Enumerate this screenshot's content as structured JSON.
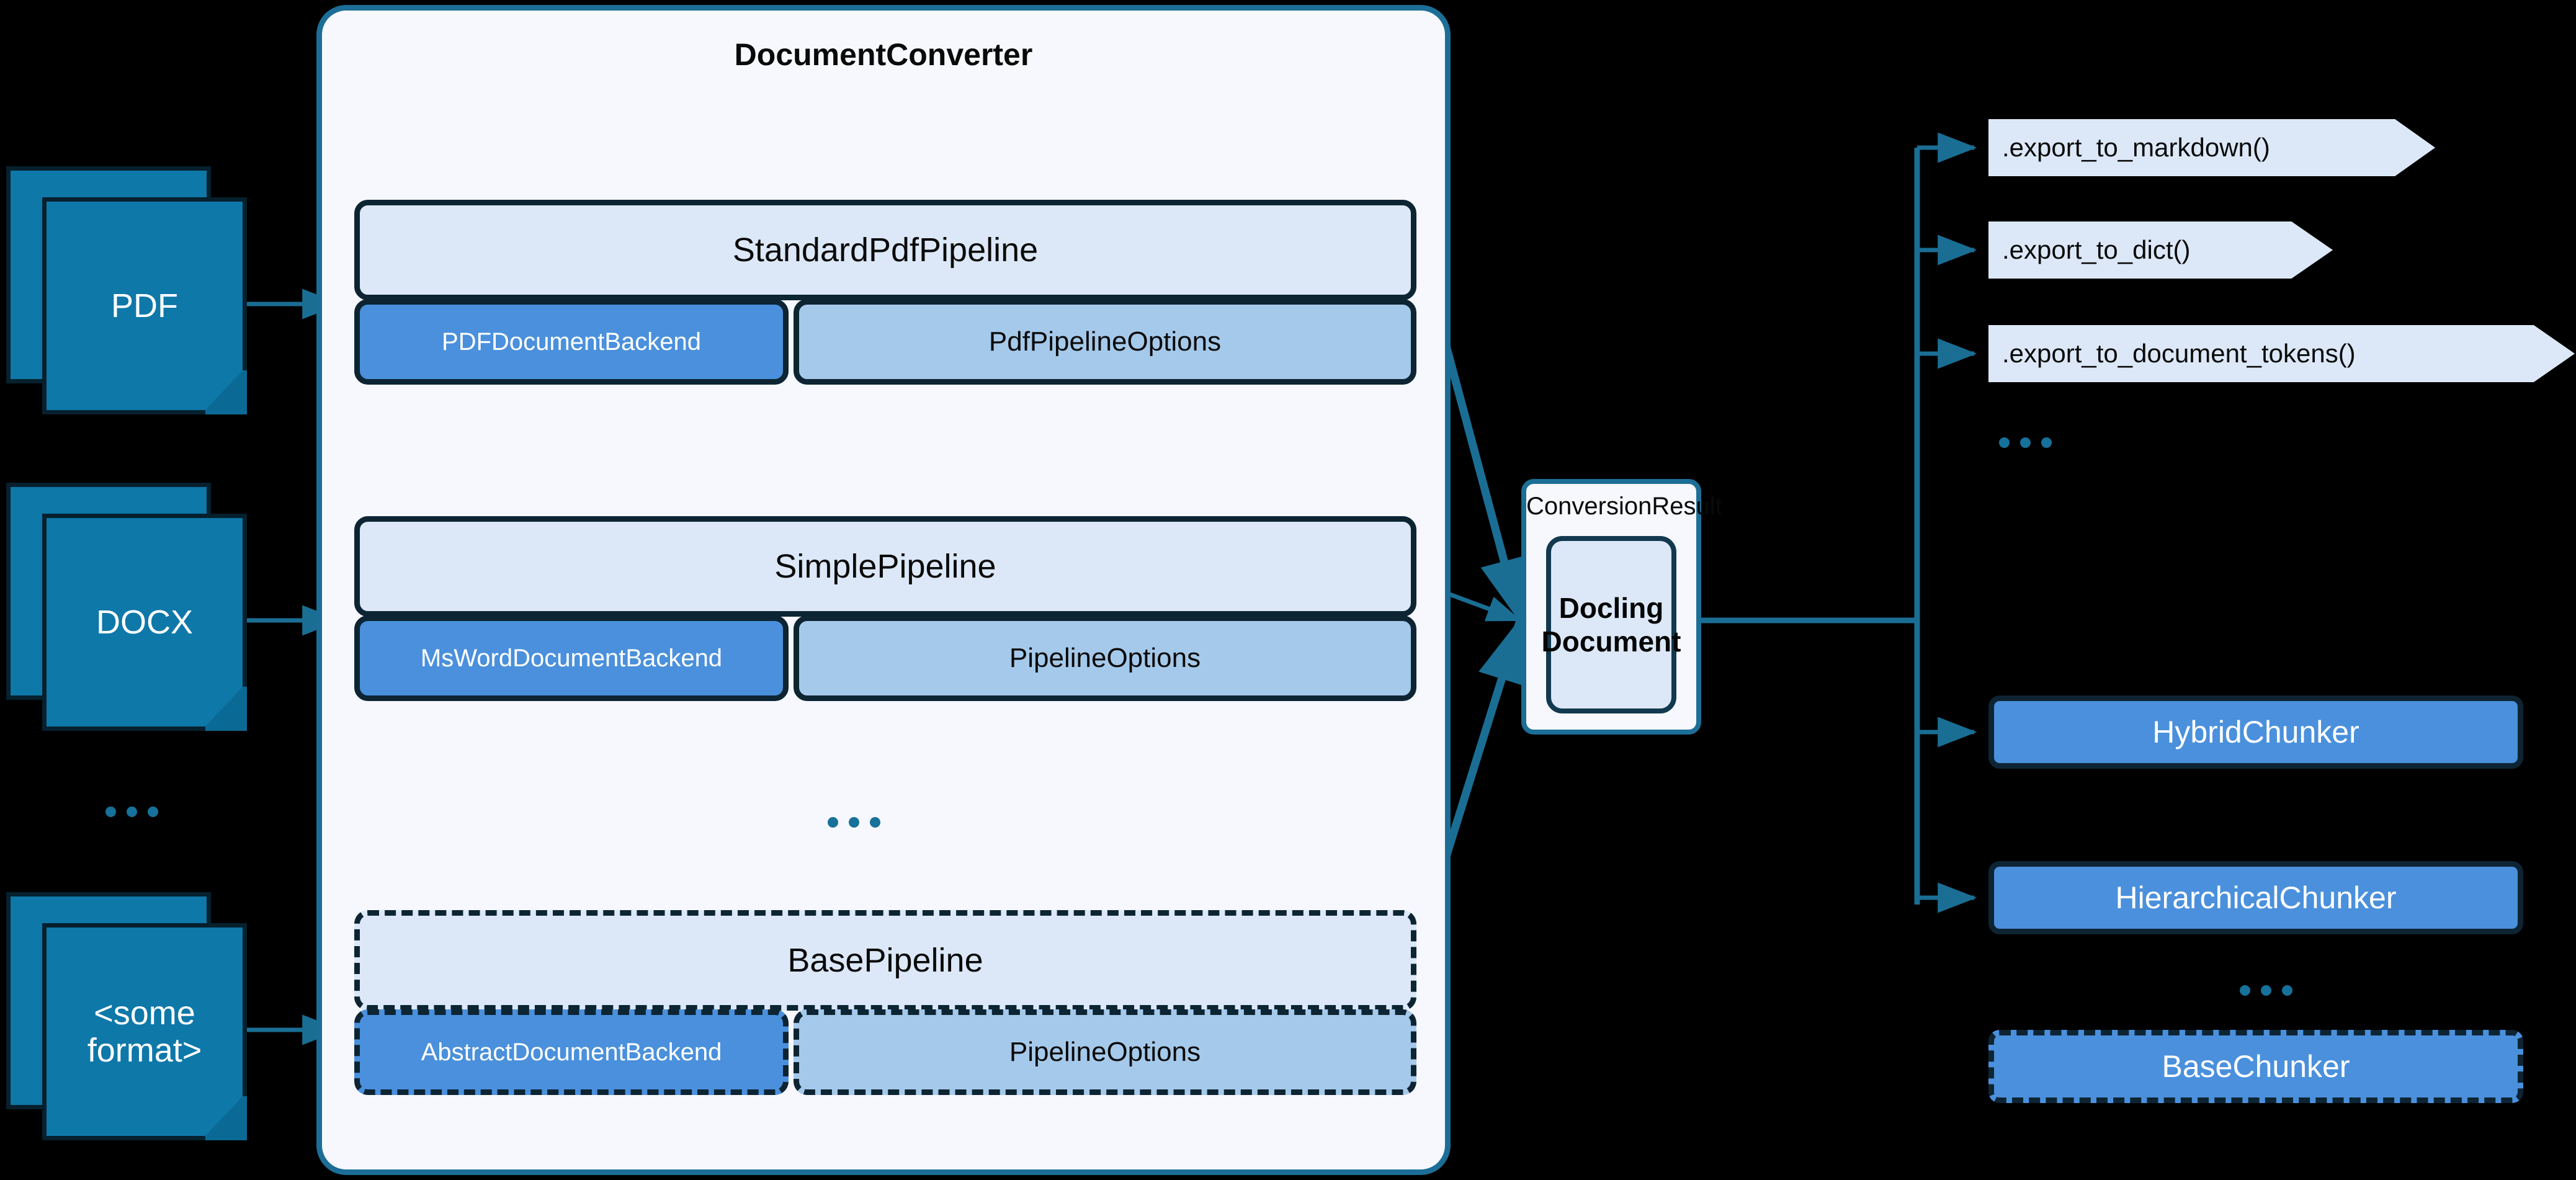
{
  "diagram": {
    "title": "Docling DocumentConverter architecture",
    "colors": {
      "background": "#000000",
      "panel_fill": "#f6f8fd",
      "panel_border": "#1c6e96",
      "pipeline_header_fill": "#dce8f7",
      "backend_fill": "#4a90dc",
      "options_fill": "#a5c9ea",
      "box_border": "#0d2433",
      "file_icon_fill": "#0e78a8",
      "connector": "#1a6e94",
      "ellipsis": "#16719b"
    }
  },
  "sources": {
    "items": [
      {
        "label": "PDF"
      },
      {
        "label": "DOCX"
      },
      {
        "label": "<some\nformat>",
        "line1": "<some",
        "line2": "format>"
      }
    ],
    "ellipsis": "..."
  },
  "converter": {
    "title": "DocumentConverter",
    "ellipsis": "...",
    "pipelines": [
      {
        "name": "StandardPdfPipeline",
        "backend": "PDFDocumentBackend",
        "options": "PdfPipelineOptions",
        "abstract": false
      },
      {
        "name": "SimplePipeline",
        "backend": "MsWordDocumentBackend",
        "options": "PipelineOptions",
        "abstract": false
      },
      {
        "name": "BasePipeline",
        "backend": "AbstractDocumentBackend",
        "options": "PipelineOptions",
        "abstract": true
      }
    ]
  },
  "result": {
    "caption": "ConversionResult",
    "document_line1": "Docling",
    "document_line2": "Document"
  },
  "exports": {
    "items": [
      {
        "label": ".export_to_markdown()"
      },
      {
        "label": ".export_to_dict()"
      },
      {
        "label": ".export_to_document_tokens()"
      }
    ],
    "ellipsis": "..."
  },
  "chunkers": {
    "items": [
      {
        "label": "HybridChunker",
        "abstract": false
      },
      {
        "label": "HierarchicalChunker",
        "abstract": false
      },
      {
        "label": "BaseChunker",
        "abstract": true
      }
    ],
    "ellipsis": "..."
  }
}
